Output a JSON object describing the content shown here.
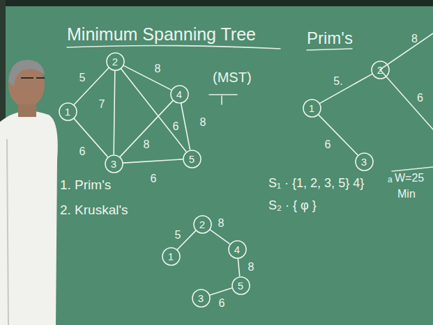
{
  "diagram": {
    "title": "Minimum Spanning Tree",
    "nodes": [
      {
        "text": [
          "1"
        ]
      },
      {
        "text": [
          "2"
        ]
      },
      {
        "text": [
          "4"
        ]
      },
      {
        "text": [
          "3"
        ]
      },
      {
        "text": [
          "5"
        ]
      },
      {
        "text": [
          "1"
        ]
      },
      {
        "text": [
          "2"
        ]
      },
      {
        "text": [
          "3"
        ]
      },
      {
        "text": [
          "1"
        ]
      },
      {
        "text": [
          "2"
        ]
      },
      {
        "text": [
          "4"
        ]
      },
      {
        "text": [
          "5"
        ]
      },
      {
        "text": [
          "3"
        ]
      }
    ],
    "edges": [
      {
        "from": 0,
        "to": 1,
        "arrow": "none",
        "label": "5"
      },
      {
        "from": 1,
        "to": 2,
        "arrow": "none",
        "label": "8"
      },
      {
        "from": 1,
        "to": 3,
        "arrow": "none",
        "label": "7"
      },
      {
        "from": 0,
        "to": 3,
        "arrow": "none",
        "label": "6"
      },
      {
        "from": 3,
        "to": 2,
        "arrow": "none",
        "label": "8"
      },
      {
        "from": 3,
        "to": 4,
        "arrow": "none",
        "label": "6"
      },
      {
        "from": 1,
        "to": 4,
        "arrow": "none",
        "label": "6"
      },
      {
        "from": 2,
        "to": 4,
        "arrow": "none",
        "label": "8"
      },
      {
        "from": 5,
        "to": 6,
        "arrow": "none",
        "label": "5."
      },
      {
        "from": 5,
        "to": 7,
        "arrow": "none",
        "label": "6"
      },
      {
        "from": 8,
        "to": 9,
        "arrow": "none",
        "label": "5"
      },
      {
        "from": 9,
        "to": 10,
        "arrow": "none",
        "label": "8"
      },
      {
        "from": 10,
        "to": 11,
        "arrow": "none",
        "label": "8"
      },
      {
        "from": 11,
        "to": 12,
        "arrow": "none",
        "label": "6"
      }
    ],
    "labels": [
      "(MST)",
      "Prim's",
      "1. Prim's",
      "2. Kruskal's",
      "S₁ · {1, 2, 3, 5} 4}",
      "a",
      "S₂ · { φ }",
      "8",
      "6",
      "W=25",
      "Min"
    ]
  }
}
